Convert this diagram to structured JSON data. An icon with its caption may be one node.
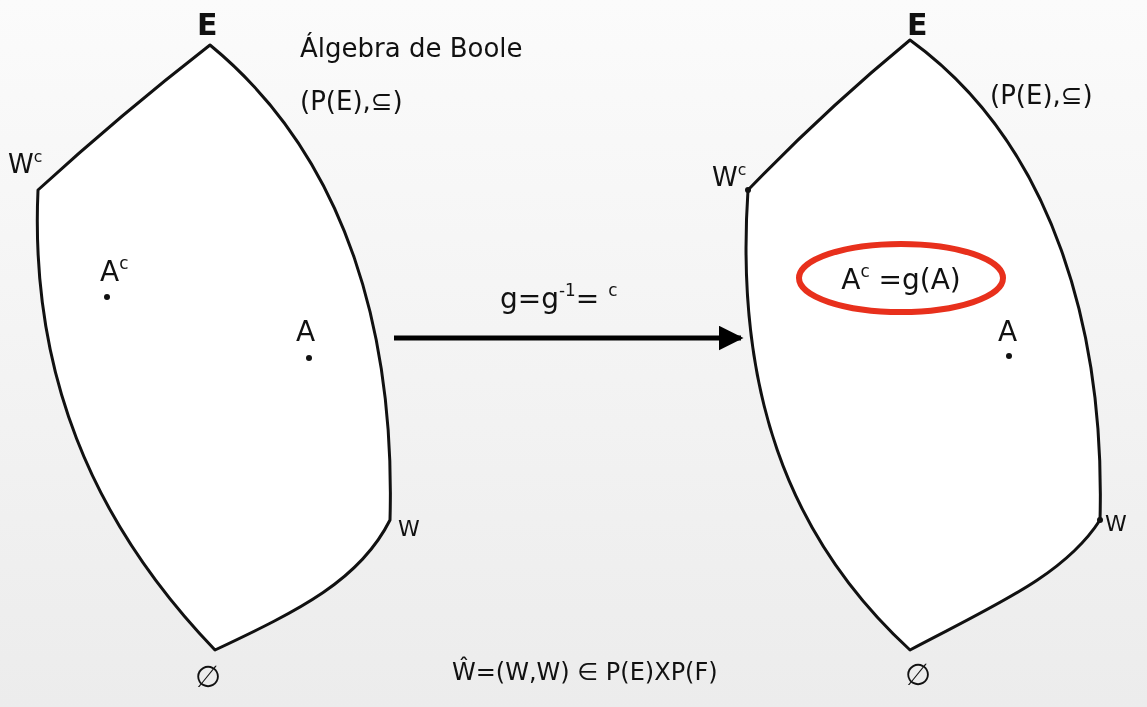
{
  "diagram": {
    "nodes": [
      {
        "text": [
          "A$^{c}$",
          "A"
        ],
        "beside": [
          "E",
          "W$^{c}$",
          "W",
          "∅"
        ]
      },
      {
        "text": [
          "A"
        ],
        "beside": [
          "E",
          "(P(E),⊆)",
          "W$^{c}$",
          "W",
          "∅"
        ]
      },
      {
        "text": [
          "A$^{c}$ =g(A)"
        ],
        "in": 1
      }
    ],
    "edges": [
      {
        "from": 0,
        "to": 1,
        "arrow": "to",
        "label": "g=g$^{-1}$= $^{c}$"
      }
    ],
    "labels": [
      "Álgebra de Boole",
      "(P(E),⊆)",
      "Ŵ=(W,W) ∈ P(E)XP(F)"
    ]
  }
}
